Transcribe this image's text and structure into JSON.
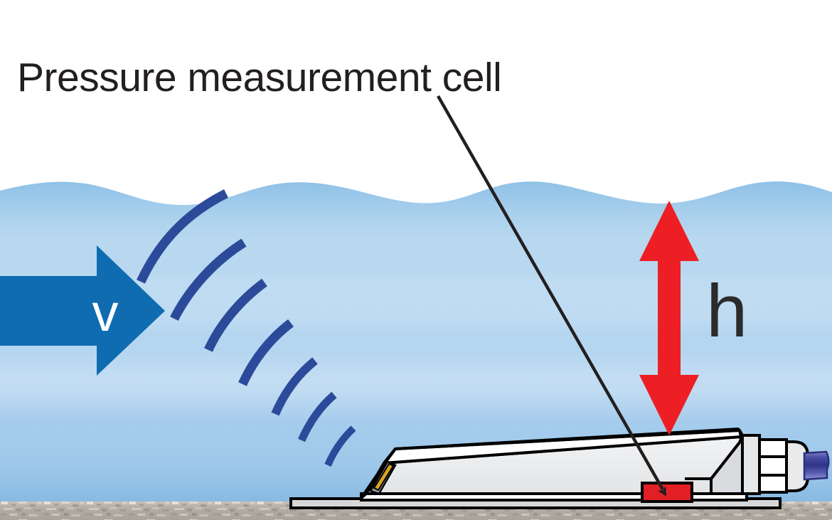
{
  "diagram": {
    "title": "Pressure measurement cell",
    "background_color": "#ffffff"
  },
  "labels": {
    "title": "Pressure measurement cell",
    "velocity_symbol": "v",
    "height_symbol": "h"
  },
  "callout": {
    "name": "pressure-measurement-cell",
    "text": "Pressure measurement cell",
    "line_color": "#231f20",
    "points_to": "red-pressure-cell-block"
  },
  "flow_arrow": {
    "label": "v",
    "meaning": "flow velocity",
    "color": "#0f6cb1",
    "label_color": "#ffffff",
    "direction": "right"
  },
  "height_arrow": {
    "label": "h",
    "meaning": "water level height",
    "color": "#ed1f24",
    "label_color": "#2b2b2b",
    "direction": "up-down"
  },
  "water": {
    "surface_color": "#8fc2e8",
    "mid_color": "#b7d7f0",
    "deep_color": "#7eb4df",
    "surface_style": "wavy"
  },
  "riverbed": {
    "color": "#b9b3ab",
    "texture": "gravel"
  },
  "sensor": {
    "name": "acoustic-doppler-sensor",
    "body_top_color": "#ffffff",
    "body_side_color": "#e9eaec",
    "outline_color": "#000000",
    "transducer_color": "#d9a520",
    "pressure_cell_color": "#e31f26",
    "mounting_plate_color": "#d7d7d7",
    "cable_color": "#4a4fa5"
  },
  "acoustic_beams": {
    "count": 7,
    "color": "#2c4a9a",
    "description": "concentric acoustic wave arcs emitted toward upper-left"
  }
}
